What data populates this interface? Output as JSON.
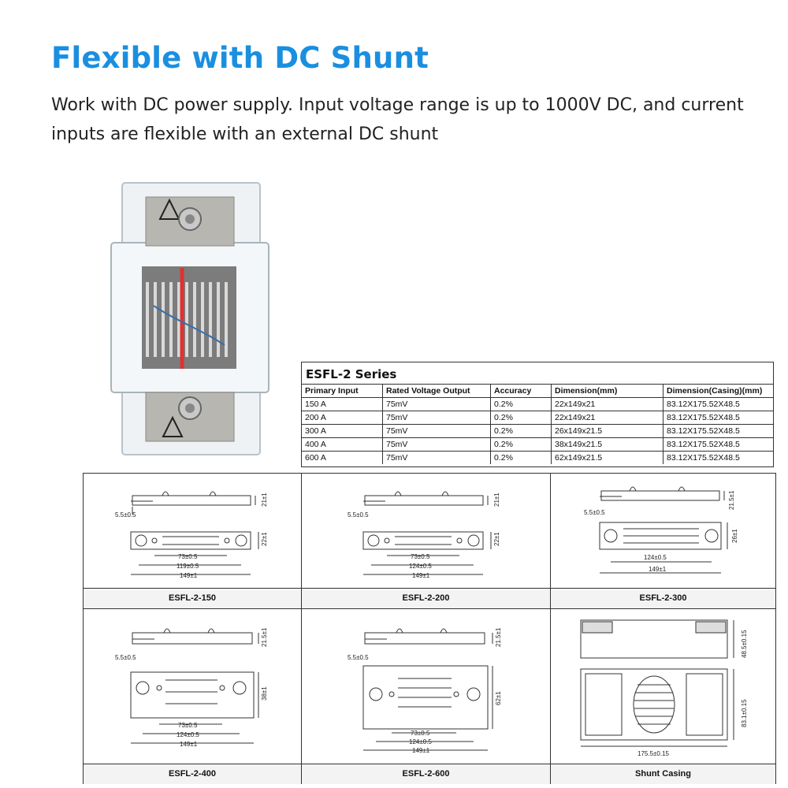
{
  "header": {
    "title": "Flexible with DC Shunt",
    "description": "Work with DC power supply. Input voltage range is up to 1000V DC, and current inputs are flexible with an external DC shunt"
  },
  "spec_table": {
    "title": "ESFL-2 Series",
    "columns": [
      "Primary Input",
      "Rated Voltage Output",
      "Accuracy",
      "Dimension(mm)",
      "Dimension(Casing)(mm)"
    ],
    "rows": [
      [
        "150 A",
        "75mV",
        "0.2%",
        "22x149x21",
        "83.12X175.52X48.5"
      ],
      [
        "200 A",
        "75mV",
        "0.2%",
        "22x149x21",
        "83.12X175.52X48.5"
      ],
      [
        "300 A",
        "75mV",
        "0.2%",
        "26x149x21.5",
        "83.12X175.52X48.5"
      ],
      [
        "400 A",
        "75mV",
        "0.2%",
        "38x149x21.5",
        "83.12X175.52X48.5"
      ],
      [
        "600 A",
        "75mV",
        "0.2%",
        "62x149x21.5",
        "83.12X175.52X48.5"
      ]
    ]
  },
  "drawings": [
    {
      "caption": "ESFL-2-150",
      "d_left": "5.5±0.5",
      "d_height": "21±1",
      "d_width": "22±1",
      "d1": "73±0.5",
      "d2": "119±0.5",
      "d3": "149±1"
    },
    {
      "caption": "ESFL-2-200",
      "d_left": "5.5±0.5",
      "d_height": "21±1",
      "d_width": "22±1",
      "d1": "73±0.5",
      "d2": "124±0.5",
      "d3": "149±1"
    },
    {
      "caption": "ESFL-2-300",
      "d_left": "5.5±0.5",
      "d_height": "21.5±1",
      "d_width": "26±1",
      "d1": "124±0.5",
      "d3": "149±1"
    },
    {
      "caption": "ESFL-2-400",
      "d_left": "5.5±0.5",
      "d_height": "21.5±1",
      "d_width": "38±1",
      "d1": "73±0.5",
      "d2": "124±0.5",
      "d3": "149±1"
    },
    {
      "caption": "ESFL-2-600",
      "d_left": "5.5±0.5",
      "d_height": "21.5±1",
      "d_width": "62±1",
      "d1": "73±0.5",
      "d2": "124±0.5",
      "d3": "149±1"
    },
    {
      "caption": "Shunt Casing",
      "d_h1": "48.5±0.15",
      "d_h2": "83.1±0.15",
      "d_w": "175.5±0.15"
    }
  ],
  "colors": {
    "title": "#1a8fe0"
  }
}
